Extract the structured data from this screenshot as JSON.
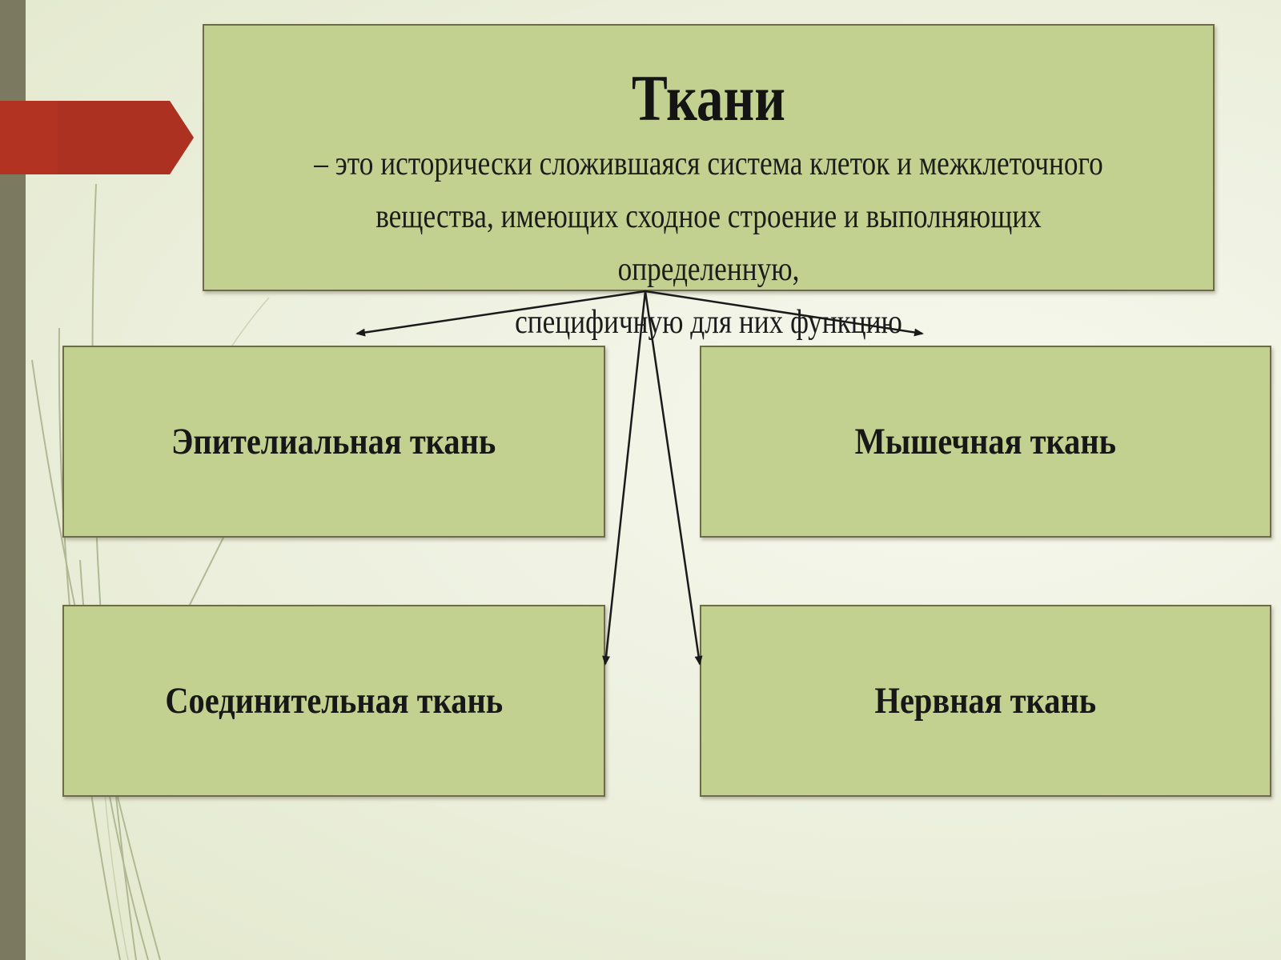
{
  "colors": {
    "box_fill": "#c3d190",
    "box_border": "#6e6a4c",
    "accent_red": "#b33322",
    "left_bar": "#7b7a60",
    "arrow": "#1a1a1a"
  },
  "main": {
    "title": "Ткани",
    "definition_lines": [
      "– это исторически сложившаяся система клеток и межклеточного",
      "вещества, имеющих сходное строение и выполняющих определенную,",
      "специфичную для них функцию"
    ]
  },
  "tissues": [
    {
      "label": "Эпителиальная ткань"
    },
    {
      "label": "Мышечная ткань"
    },
    {
      "label": "Соединительная ткань"
    },
    {
      "label": "Нервная ткань"
    }
  ]
}
